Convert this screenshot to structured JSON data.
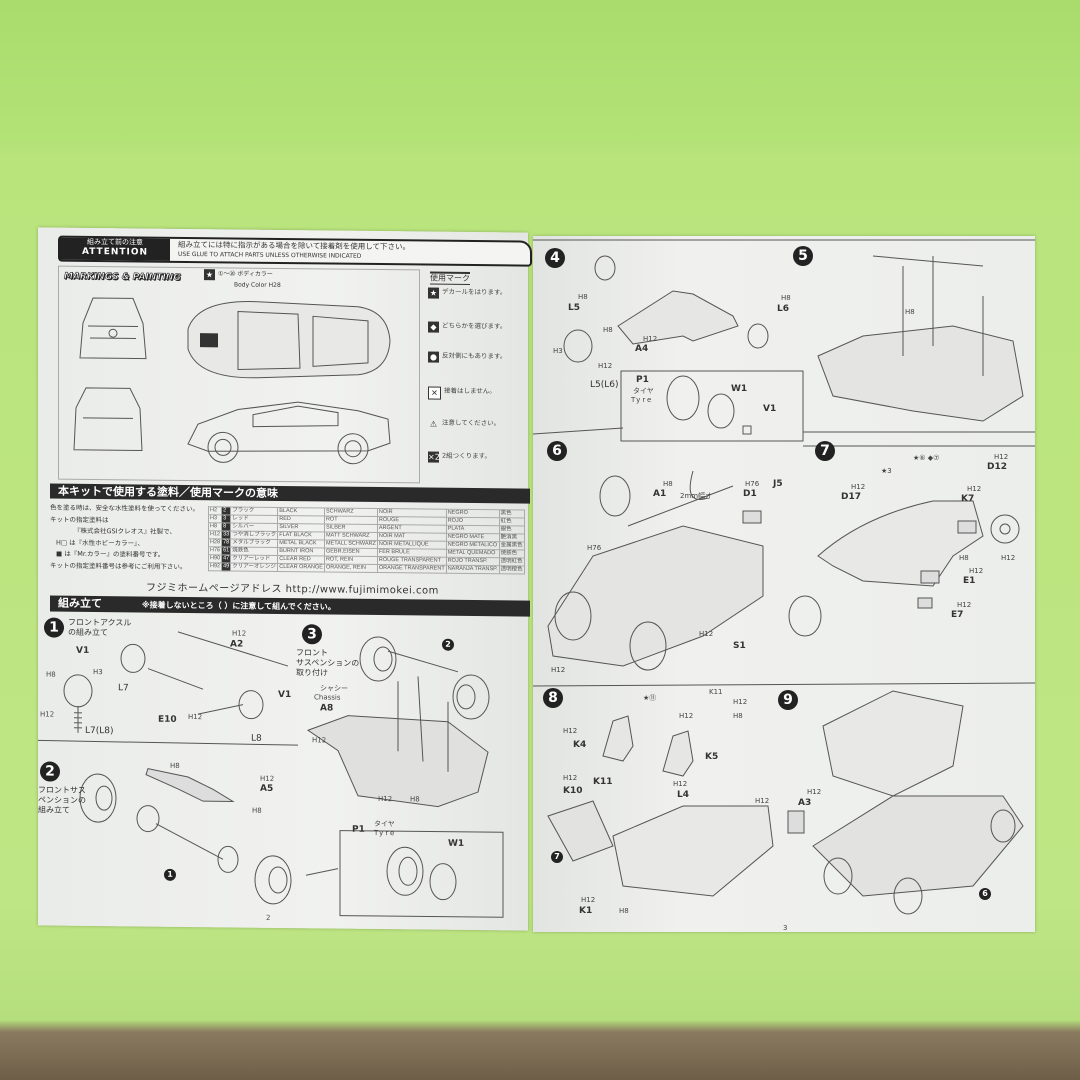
{
  "attention": {
    "title_jp": "組み立て前の注意",
    "title_en": "ATTENTION",
    "text_jp": "組み立てには特に指示がある場合を除いて接着剤を使用して下さい。",
    "text_en": "USE GLUE TO ATTACH PARTS UNLESS OTHERWISE INDICATED"
  },
  "markings": {
    "title": "MARKINGS & PAINTING",
    "body_color": "①～⑳ ボディカラー",
    "body_color_en": "Body Color H28"
  },
  "usage_marks": {
    "title": "使用マーク",
    "items": [
      {
        "icon": "star-decal-icon",
        "text": "デカールをはります。"
      },
      {
        "icon": "optional-parts-icon",
        "text": "どちらかを選びます。"
      },
      {
        "icon": "opposite-side-icon",
        "text": "反対側にもあります。"
      },
      {
        "icon": "no-cement-icon",
        "text": "接着はしません。"
      },
      {
        "icon": "warning-icon",
        "text": "注意してください。"
      },
      {
        "icon": "x2-icon",
        "text": "2組つくります。"
      }
    ]
  },
  "paint_section": {
    "title": "本キットで使用する塗料／使用マークの意味",
    "notes": [
      "色を塗る時は、安全な水性塗料を使ってください。",
      "キットの指定塗料は",
      "『株式会社GSIクレオス』社製で、",
      "H□ は『水性ホビーカラー』、",
      "■ は『Mr.カラー』の塗料番号です。",
      "キットの指定塗料番号は参考にご利用下さい。"
    ],
    "table": [
      [
        "H2",
        "2",
        "ブラック",
        "BLACK",
        "SCHWARZ",
        "NOIR",
        "NEGRO",
        "黒色"
      ],
      [
        "H3",
        "3",
        "レッド",
        "RED",
        "ROT",
        "ROUGE",
        "ROJO",
        "紅色"
      ],
      [
        "H8",
        "8",
        "シルバー",
        "SILVER",
        "SILBER",
        "ARGENT",
        "PLATA",
        "銀色"
      ],
      [
        "H12",
        "33",
        "つや消しブラック",
        "FLAT BLACK",
        "MATT SCHWARZ",
        "NOIR MAT",
        "NEGRO MATE",
        "艶消黒"
      ],
      [
        "H28",
        "78",
        "メタルブラック",
        "METAL BLACK",
        "METALL SCHWARZ",
        "NOIR METALLIQUE",
        "NEGRO METALICO",
        "金属黒色"
      ],
      [
        "H76",
        "61",
        "焼鉄色",
        "BURNT IRON",
        "GEBR.EISEN",
        "FER BRULE",
        "METAL QUEMADO",
        "焼鉄色"
      ],
      [
        "H90",
        "47",
        "クリアーレッド",
        "CLEAR RED",
        "ROT, REIN",
        "ROUGE TRANSPARENT",
        "ROJO TRANSP.",
        "透明紅色"
      ],
      [
        "H92",
        "49",
        "クリアーオレンジ",
        "CLEAR ORANGE",
        "ORANGE, REIN",
        "ORANGE TRANSPARENT",
        "NARANJA TRANSP.",
        "透明橙色"
      ]
    ],
    "homepage": "フジミホームページアドレス  http://www.fujimimokei.com"
  },
  "assembly": {
    "title": "組み立て",
    "note": "※接着しないところ（ ）に注意して組んでください。"
  },
  "steps": {
    "s1": {
      "num": "1",
      "title": "フロントアクスル\nの組み立て",
      "labels": [
        "V1",
        "H8",
        "H3",
        "H12",
        "L7(L8)",
        "L7",
        "A2",
        "H12",
        "E10",
        "H12",
        "V1",
        "L8"
      ]
    },
    "s2": {
      "num": "2",
      "title": "フロントサス\nペンションの\n組み立て",
      "labels": [
        "H8",
        "H12",
        "A5",
        "H8",
        "1"
      ]
    },
    "s3": {
      "num": "3",
      "title": "フロント\nサスペンションの\n取り付け",
      "labels": [
        "シャシー",
        "Chassis",
        "A8",
        "H12",
        "H12",
        "H8",
        "2"
      ]
    },
    "s3_inset": {
      "labels": [
        "P1",
        "タイヤ",
        "Tyre",
        "W1"
      ]
    },
    "s4": {
      "num": "4",
      "labels": [
        "H8",
        "L5",
        "H8",
        "H3",
        "H12",
        "L5(L6)",
        "H12",
        "A4",
        "H8",
        "L6"
      ]
    },
    "s46_inset": {
      "labels": [
        "P1",
        "タイヤ",
        "Tyre",
        "W1",
        "V1"
      ]
    },
    "s5": {
      "num": "5",
      "labels": [
        "H8"
      ]
    },
    "s6": {
      "num": "6",
      "labels": [
        "H8",
        "A1",
        "2mm幅オ",
        "H76",
        "D1",
        "J5",
        "H76",
        "H12",
        "S1",
        "H12"
      ]
    },
    "s7": {
      "num": "7",
      "labels": [
        "★3",
        "★⑥ ◆⑦",
        "H12",
        "D12",
        "H12",
        "D17",
        "H12",
        "K7",
        "H8",
        "H12",
        "E1",
        "H12",
        "E7",
        "H12"
      ]
    },
    "s8": {
      "num": "8",
      "labels": [
        "★⑪",
        "K11",
        "H12",
        "H8",
        "H12",
        "H12",
        "K4",
        "K5",
        "H12",
        "K10",
        "K11",
        "H12",
        "L4",
        "H12",
        "7",
        "H12",
        "K1",
        "H8"
      ]
    },
    "s9": {
      "num": "9",
      "labels": [
        "H12",
        "A3",
        "6"
      ]
    }
  },
  "page_numbers": {
    "left": "2",
    "right": "3"
  }
}
